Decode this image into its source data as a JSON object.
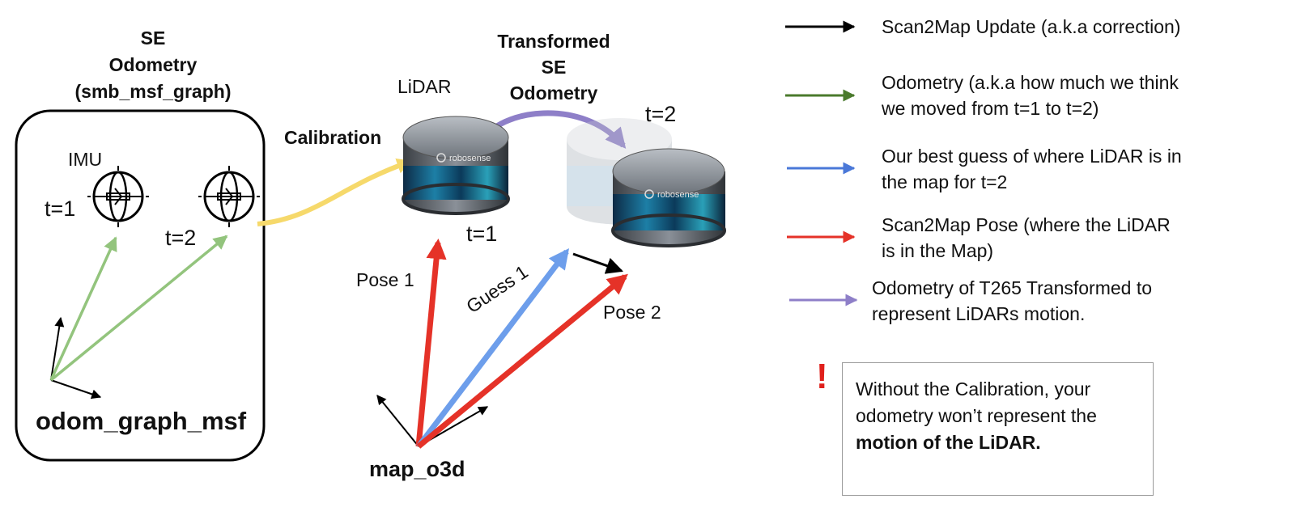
{
  "left_frame": {
    "title_line1": "SE",
    "title_line2": "Odometry",
    "title_line3": "(smb_msf_graph)",
    "imu_label": "IMU",
    "t1_label": "t=1",
    "t2_label": "t=2",
    "frame_label": "odom_graph_msf"
  },
  "center": {
    "calibration_label": "Calibration",
    "lidar_label": "LiDAR",
    "transformed_line1": "Transformed",
    "transformed_line2": "SE",
    "transformed_line3": "Odometry",
    "t2_label": "t=2",
    "t1_label": "t=1",
    "pose1_label": "Pose 1",
    "guess1_label": "Guess 1",
    "pose2_label": "Pose 2",
    "map_label": "map_o3d",
    "sensor_brand": "robosense"
  },
  "legend": [
    {
      "line1": "Scan2Map Update (a.k.a correction)",
      "line2": "",
      "color": "#000000"
    },
    {
      "line1": "Odometry (a.k.a how much we think",
      "line2": "we moved from t=1 to t=2)",
      "color": "#4a7a2c"
    },
    {
      "line1": "Our best guess of where LiDAR is in",
      "line2": "the map for t=2",
      "color": "#4a78d8"
    },
    {
      "line1": "Scan2Map Pose (where the LiDAR",
      "line2": "is in the Map)",
      "color": "#e53228"
    },
    {
      "line1": "Odometry of T265 Transformed to",
      "line2": "represent LiDARs motion.",
      "color": "#8e7fc8"
    }
  ],
  "note": {
    "mark": "!",
    "line1": "Without the Calibration, your",
    "line2": "odometry won’t represent the",
    "line3_bold": "motion of the LiDAR."
  },
  "colors": {
    "odometry_green": "#93c47d",
    "pose_red": "#e53228",
    "guess_blue": "#6d9eeb",
    "calibration_yellow": "#f6d96b",
    "transform_purple": "#8e7fc8"
  }
}
